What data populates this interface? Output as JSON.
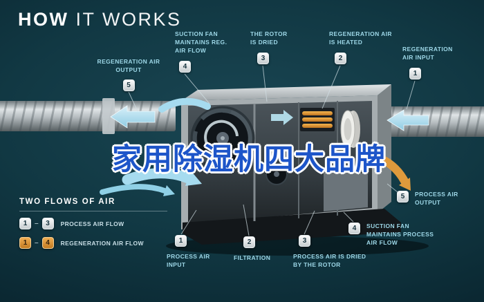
{
  "title": {
    "word_bold": "HOW",
    "word_light": "IT WORKS"
  },
  "overlay_text": "家用除湿机四大品牌",
  "callouts": {
    "regen": [
      {
        "num": "1",
        "text": "REGENERATION AIR INPUT"
      },
      {
        "num": "2",
        "text": "REGENERATION AIR IS HEATED"
      },
      {
        "num": "3",
        "text": "THE ROTOR IS DRIED"
      },
      {
        "num": "4",
        "text": "SUCTION FAN MAINTAINS REG. AIR FLOW"
      },
      {
        "num": "5",
        "text": "REGENERATION AIR OUTPUT"
      }
    ],
    "process": [
      {
        "num": "1",
        "text": "PROCESS AIR INPUT"
      },
      {
        "num": "2",
        "text": "FILTRATION"
      },
      {
        "num": "3",
        "text": "PROCESS AIR IS DRIED BY THE ROTOR"
      },
      {
        "num": "4",
        "text": "SUCTION FAN MAINTAINS PROCESS AIR FLOW"
      },
      {
        "num": "5",
        "text": "PROCESS AIR OUTPUT"
      }
    ]
  },
  "legend": {
    "heading": "TWO FLOWS OF AIR",
    "rows": [
      {
        "from": "1",
        "dash": "–",
        "to": "3",
        "label": "PROCESS AIR FLOW"
      },
      {
        "from": "1",
        "dash": "–",
        "to": "4",
        "label": "REGENERATION AIR FLOW"
      }
    ]
  },
  "colors": {
    "background": "#0d2f3a",
    "label_cyan": "#9dd7e7",
    "arrow_blue": "#a6dbef",
    "accent_orange": "#df9a3c",
    "overlay_blue": "#1d55c9"
  }
}
